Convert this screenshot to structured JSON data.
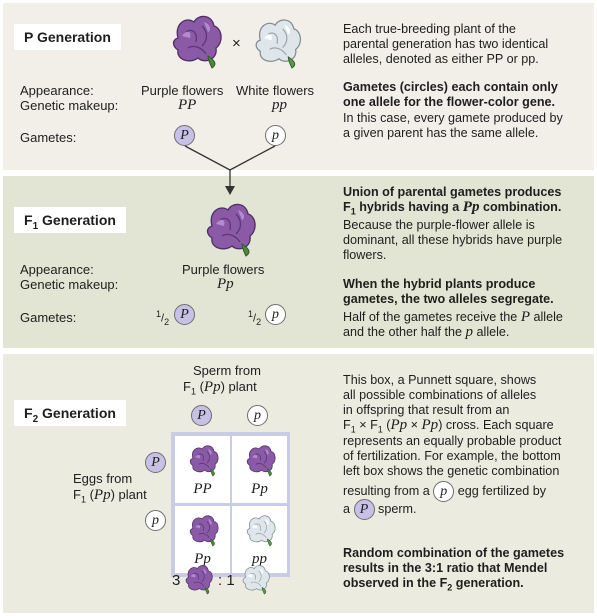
{
  "p_generation": {
    "title": "P Generation",
    "cross_symbol": "×",
    "appearance_label": "Appearance:",
    "genetic_label": "Genetic makeup:",
    "gametes_label": "Gametes:",
    "purple_label": "Purple flowers",
    "white_label": "White flowers",
    "purple_genotype": "PP",
    "white_genotype": "pp",
    "gamete_purple": "P",
    "gamete_white": "p",
    "desc_lines": [
      "Each true-breeding plant of the",
      "parental generation has two identical",
      "alleles, denoted as either PP or pp."
    ],
    "bold_lines": [
      "Gametes (circles) each contain only",
      "one allele for the flower-color gene."
    ],
    "desc2_lines": [
      "In this case, every gamete produced by",
      "a given parent has the same allele."
    ]
  },
  "f1_generation": {
    "title_main": "F",
    "title_sub": "1",
    "title_rest": " Generation",
    "appearance_label": "Appearance:",
    "genetic_label": "Genetic makeup:",
    "gametes_label": "Gametes:",
    "flower_label": "Purple flowers",
    "genotype": "Pp",
    "fraction": "1/2",
    "gamete_purple": "P",
    "gamete_white": "p",
    "bold1_a": "Union of parental gametes produces",
    "bold1_b_pre": "F",
    "bold1_b_sub": "1",
    "bold1_b_mid": " hybrids having a ",
    "bold1_b_geno": "Pp",
    "bold1_b_post": " combination.",
    "desc1_lines": [
      "Because the purple-flower allele is",
      "dominant, all these hybrids have purple",
      "flowers."
    ],
    "bold2_lines": [
      "When the hybrid plants produce",
      "gametes, the two alleles segregate."
    ],
    "desc2_a_pre": "Half of the gametes receive the ",
    "desc2_a_allele": "P",
    "desc2_a_post": " allele",
    "desc2_b_pre": "and the other half the ",
    "desc2_b_allele": "p",
    "desc2_b_post": " allele."
  },
  "f2_generation": {
    "title_main": "F",
    "title_sub": "2",
    "title_rest": " Generation",
    "sperm_line1": "Sperm from",
    "sperm_line2_pre": "F",
    "sperm_line2_sub": "1",
    "sperm_line2_geno": "Pp",
    "sperm_line2_post": "plant",
    "eggs_line1": "Eggs from",
    "eggs_line2_pre": "F",
    "eggs_line2_sub": "1",
    "eggs_line2_geno": "Pp",
    "eggs_line2_post": "plant",
    "gamete_purple": "P",
    "gamete_white": "p",
    "cells": [
      "PP",
      "Pp",
      "Pp",
      "pp"
    ],
    "ratio_left": "3",
    "ratio_mid": ": 1",
    "desc_l1": "This box, a Punnett square, shows",
    "desc_l2": "all possible combinations of alleles",
    "desc_l3": "in offspring that result from an",
    "desc_l4_a": "F",
    "desc_l4_a_sub": "1",
    "desc_l4_b": " × F",
    "desc_l4_b_sub": "1",
    "desc_l4_geno1": "Pp",
    "desc_l4_x": " × ",
    "desc_l4_geno2": "Pp",
    "desc_l4_end": ") cross. Each square",
    "desc_l5": "represents an equally probable product",
    "desc_l6": "of fertilization. For example, the bottom",
    "desc_l7": "left box shows the genetic combination",
    "desc_l8_pre": "resulting from a",
    "desc_l8_gamete": "p",
    "desc_l8_post": "egg fertilized by",
    "desc_l9_pre": "a",
    "desc_l9_gamete": "P",
    "desc_l9_post": "sperm.",
    "bold_l1": "Random combination of the gametes",
    "bold_l2": "results in the 3:1 ratio that Mendel",
    "bold_l3_pre": "observed in the F",
    "bold_l3_sub": "2",
    "bold_l3_post": " generation."
  },
  "colors": {
    "panel_p": "#f1efe8",
    "panel_f1": "#e2e5d3",
    "panel_f2": "#ecebe0",
    "purple_gamete": "#c8c1e6",
    "punnett_grid": "#c9cbe7",
    "purple_flower": "#8a5aa6",
    "white_flower": "#dfe6ea"
  },
  "icons": [
    "purple-flower-icon",
    "white-flower-icon"
  ]
}
